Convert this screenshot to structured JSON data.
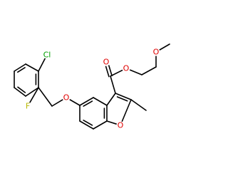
{
  "molecule": {
    "atoms": [
      {
        "id": "cl",
        "label": "Cl",
        "element": "Cl",
        "color": "#00a000"
      },
      {
        "id": "f",
        "label": "F",
        "element": "F",
        "color": "#b8b800"
      },
      {
        "id": "o-ether",
        "label": "O",
        "element": "O",
        "color": "#e00000"
      },
      {
        "id": "o-carbonyl",
        "label": "O",
        "element": "O",
        "color": "#e00000"
      },
      {
        "id": "o-ester",
        "label": "O",
        "element": "O",
        "color": "#e00000"
      },
      {
        "id": "o-methoxy",
        "label": "O",
        "element": "O",
        "color": "#e00000"
      },
      {
        "id": "o-furan",
        "label": "O",
        "element": "O",
        "color": "#e00000"
      }
    ],
    "bond_color": "#000000"
  }
}
